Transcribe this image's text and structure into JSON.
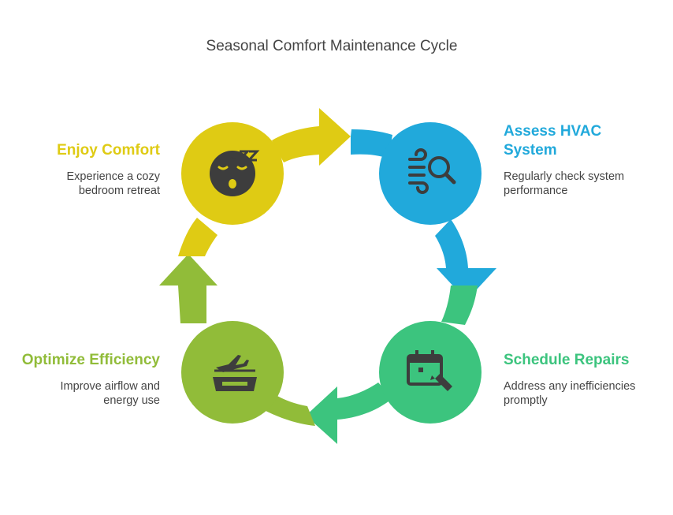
{
  "title": "Seasonal Comfort Maintenance Cycle",
  "colors": {
    "enjoy": "#DFCB14",
    "assess": "#21A9DB",
    "schedule": "#3CC47E",
    "optimize": "#91BC39",
    "icon": "#3d3d3d"
  },
  "steps": {
    "enjoy": {
      "label": "Enjoy Comfort",
      "desc_line1": "Experience a cozy",
      "desc_line2": "bedroom retreat",
      "icon": "sleeping-face-icon"
    },
    "assess": {
      "label_line1": "Assess HVAC",
      "label_line2": "System",
      "desc_line1": "Regularly check system",
      "desc_line2": "performance",
      "icon": "airflow-search-icon"
    },
    "schedule": {
      "label": "Schedule Repairs",
      "desc_line1": "Address any inefficiencies",
      "desc_line2": "promptly",
      "icon": "calendar-edit-icon"
    },
    "optimize": {
      "label": "Optimize Efficiency",
      "desc_line1": "Improve airflow and",
      "desc_line2": "energy use",
      "icon": "flight-mattress-icon"
    }
  }
}
